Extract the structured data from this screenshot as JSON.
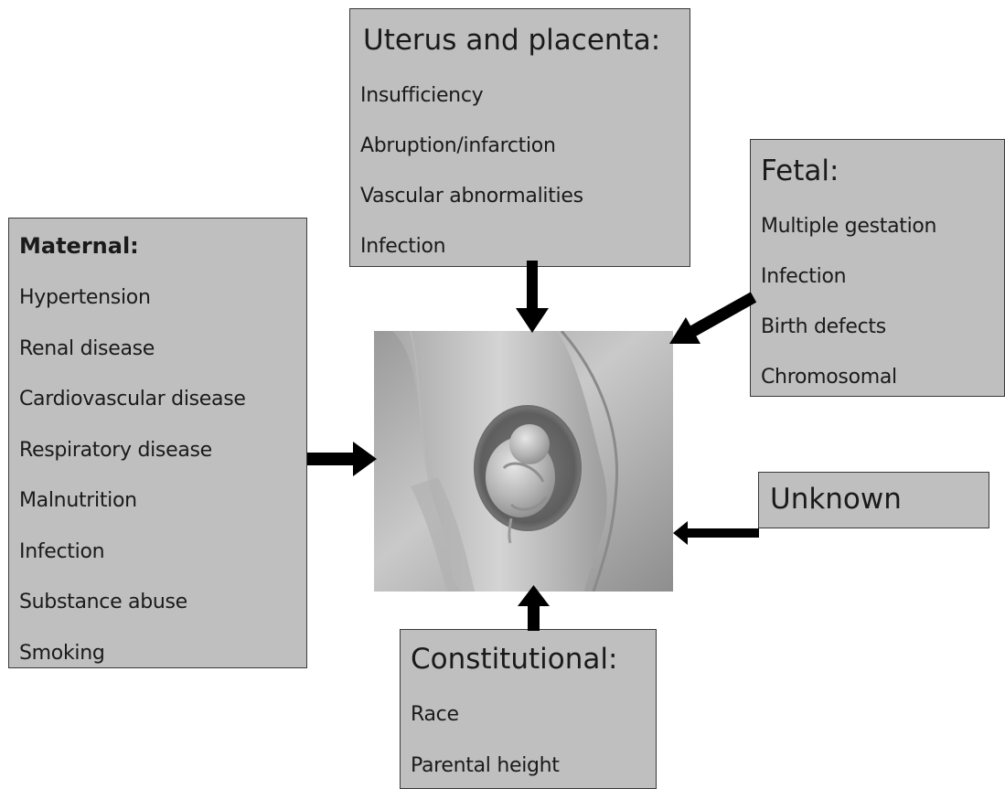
{
  "uterus_placenta": {
    "title": "Uterus and placenta:",
    "items": [
      "Insufficiency",
      "Abruption/infarction",
      "Vascular abnormalities",
      "Infection"
    ]
  },
  "fetal": {
    "title": "Fetal:",
    "items": [
      "Multiple gestation",
      "Infection",
      "Birth defects",
      "Chromosomal"
    ]
  },
  "maternal": {
    "title": "Maternal:",
    "items": [
      "Hypertension",
      "Renal disease",
      "Cardiovascular disease",
      "Respiratory disease",
      "Malnutrition",
      "Infection",
      "Substance abuse",
      "Smoking"
    ]
  },
  "unknown": {
    "title": "Unknown"
  },
  "constitutional": {
    "title": "Constitutional:",
    "items": [
      "Race",
      "Parental height"
    ]
  },
  "colors": {
    "box_fill": "#bfbfbf",
    "box_border": "#3a3a3a",
    "arrow": "#000000"
  },
  "icons": {
    "center": "fetus-in-womb-illustration"
  }
}
